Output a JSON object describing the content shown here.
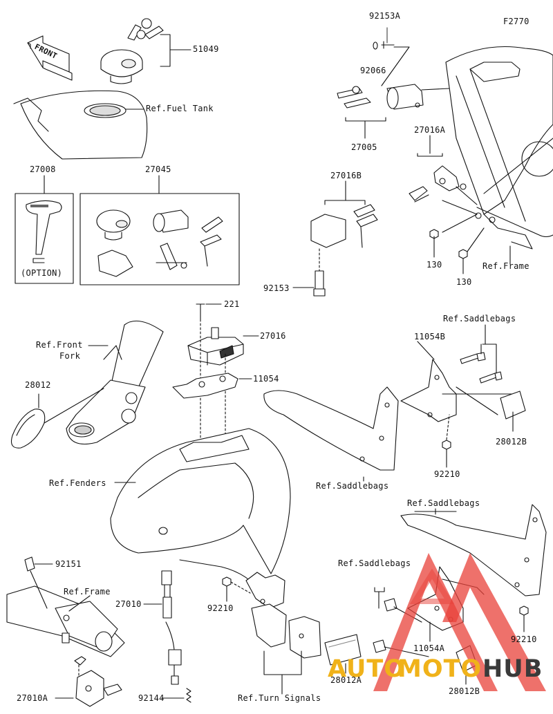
{
  "diagram": {
    "figure_code": "F2770",
    "front_marker": "FRONT",
    "labels": {
      "p51049": "51049",
      "ref_fuel_tank": "Ref.Fuel Tank",
      "p92153a": "92153A",
      "p92066": "92066",
      "p27005": "27005",
      "p27016a": "27016A",
      "p27008": "27008",
      "option": "(OPTION)",
      "p27045": "27045",
      "p27016b": "27016B",
      "p92153": "92153",
      "p130_a": "130",
      "p130_b": "130",
      "ref_frame_top": "Ref.Frame",
      "p221": "221",
      "p27016": "27016",
      "p11054": "11054",
      "ref_front_fork_1": "Ref.Front",
      "ref_front_fork_2": "Fork",
      "p28012": "28012",
      "ref_saddlebags_1": "Ref.Saddlebags",
      "p11054b": "11054B",
      "p28012b_top": "28012B",
      "p92210_a": "92210",
      "ref_fenders": "Ref.Fenders",
      "ref_saddlebags_2": "Ref.Saddlebags",
      "ref_saddlebags_3": "Ref.Saddlebags",
      "p92151": "92151",
      "ref_frame_bottom": "Ref.Frame",
      "p27010": "27010",
      "p92210_b": "92210",
      "ref_saddlebags_4": "Ref.Saddlebags",
      "p92210_c": "92210",
      "p11054a": "11054A",
      "p28012a": "28012A",
      "p28012b_bottom": "28012B",
      "p27010a": "27010A",
      "p92144": "92144",
      "ref_turn_signals": "Ref.Turn Signals"
    }
  },
  "watermark": {
    "text_auto": "AUTO",
    "text_moto": "MOTO",
    "text_hub": "HUB",
    "color_red": "#e8413a",
    "color_yellow": "#f0b21a",
    "color_dark": "#3a3a3a"
  }
}
